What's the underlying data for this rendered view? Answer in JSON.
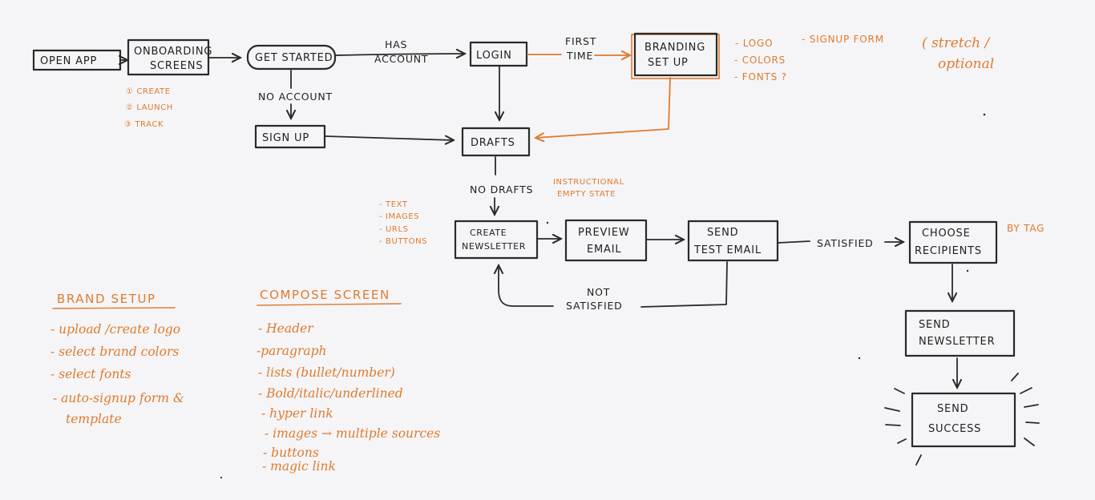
{
  "flow": {
    "open_app": "OPEN APP",
    "onboarding_1": "ONBOARDING",
    "onboarding_2": "SCREENS",
    "get_started": "GET STARTED",
    "login": "LOGIN",
    "branding_1": "BRANDING",
    "branding_2": "SET UP",
    "sign_up": "SIGN UP",
    "drafts": "DRAFTS",
    "create_newsletter_1": "CREATE",
    "create_newsletter_2": "NEWSLETTER",
    "preview_email_1": "PREVIEW",
    "preview_email_2": "EMAIL",
    "send_test_email_1": "SEND",
    "send_test_email_2": "TEST EMAIL",
    "choose_recipients_1": "CHOOSE",
    "choose_recipients_2": "RECIPIENTS",
    "send_newsletter_1": "SEND",
    "send_newsletter_2": "NEWSLETTER",
    "send_success_1": "SEND",
    "send_success_2": "SUCCESS"
  },
  "edges": {
    "has_account_1": "HAS",
    "has_account_2": "ACCOUNT",
    "first_time_1": "FIRST",
    "first_time_2": "TIME",
    "no_account": "NO ACCOUNT",
    "no_drafts": "NO DRAFTS",
    "satisfied": "SATISFIED",
    "not_satisfied_1": "NOT",
    "not_satisfied_2": "SATISFIED"
  },
  "notes": {
    "onboarding_steps": [
      "① CREATE",
      "② LAUNCH",
      "③ TRACK"
    ],
    "branding_items": [
      "- LOGO",
      "- COLORS",
      "- FONTS ?"
    ],
    "signup_form": "- SIGNUP FORM",
    "stretch_1": "( stretch /",
    "stretch_2": "optional",
    "instructional_1": "INSTRUCTIONAL",
    "instructional_2": "EMPTY STATE",
    "create_items": [
      "- TEXT",
      "- IMAGES",
      "- URLS",
      "- BUTTONS"
    ],
    "by_tag": "BY TAG"
  },
  "brand_setup": {
    "title": "BRAND SETUP",
    "items": [
      "- upload /create logo",
      "- select brand colors",
      "- select fonts",
      "- auto-signup form &",
      "template"
    ]
  },
  "compose_screen": {
    "title": "COMPOSE SCREEN",
    "items": [
      "- Header",
      "-paragraph",
      "- lists (bullet/number)",
      "- Bold/italic/underlined",
      "- hyper link",
      "- images → multiple sources",
      "- buttons",
      "- magic link"
    ]
  },
  "colors": {
    "ink": "#2a2a2a",
    "accent": "#e07a2e",
    "background": "#f5f5f7"
  }
}
